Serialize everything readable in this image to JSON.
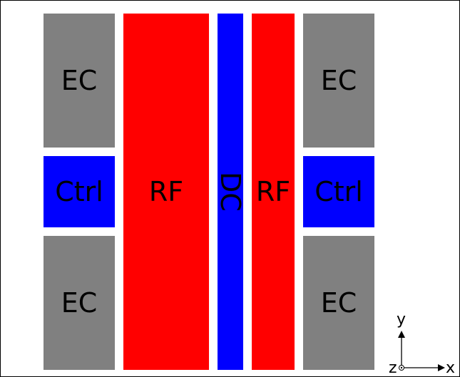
{
  "electrodes": {
    "ec_top_left": "EC",
    "ctrl_left": "Ctrl",
    "ec_bottom_left": "EC",
    "rf_left": "RF",
    "dc_center": "DC",
    "rf_right": "RF",
    "ec_top_right": "EC",
    "ctrl_right": "Ctrl",
    "ec_bottom_right": "EC"
  },
  "axes": {
    "y": "y",
    "x": "x",
    "z": "z"
  },
  "colors": {
    "ec": "#808080",
    "rf": "#ff0000",
    "dc_ctrl": "#0000ff"
  }
}
